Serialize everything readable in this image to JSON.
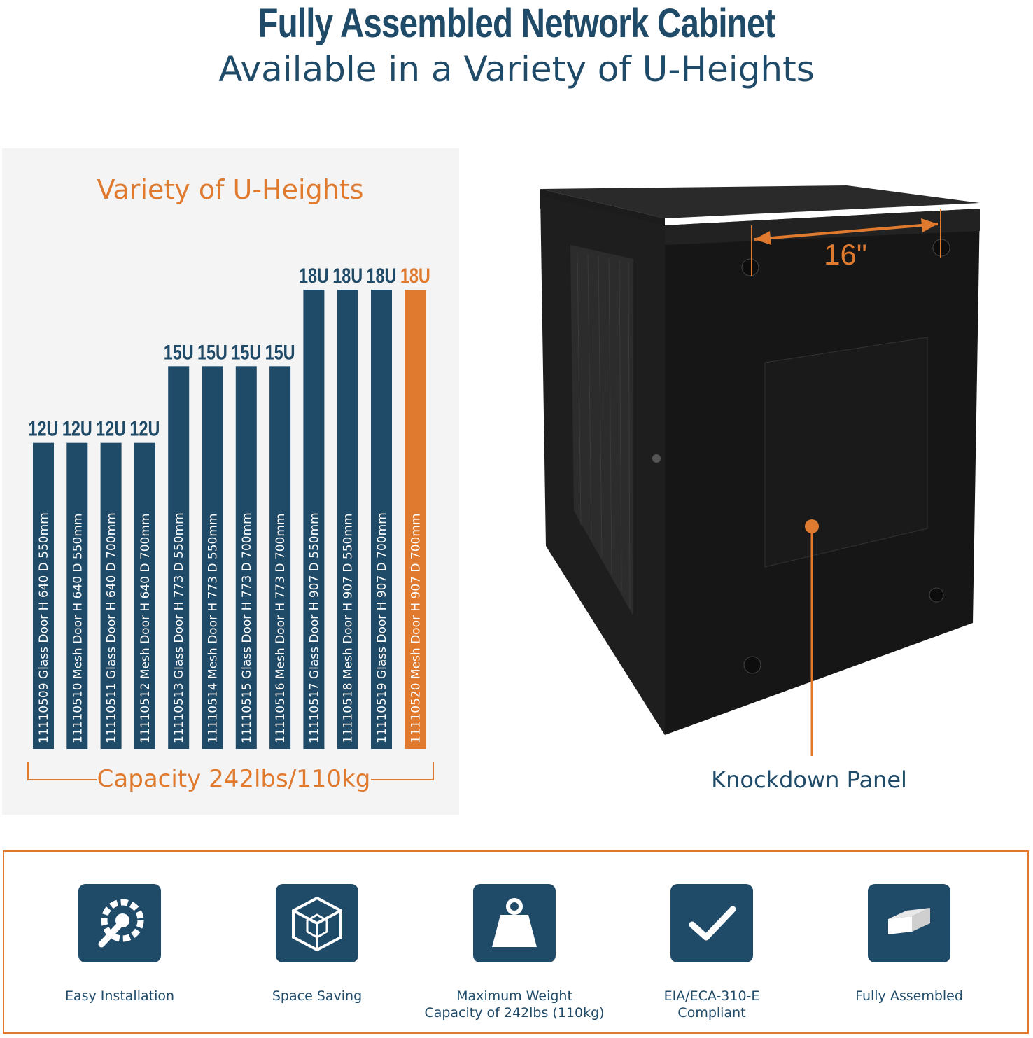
{
  "header": {
    "title": "Fully Assembled Network Cabinet",
    "subtitle": "Available in a Variety of U-Heights"
  },
  "colors": {
    "navy": "#1f4a68",
    "orange": "#e07a2e",
    "panel": "#f4f4f4"
  },
  "chart_data": {
    "type": "bar",
    "title": "Variety of U-Heights",
    "categories": [
      "11110509 Glass Door   H 640   D 550mm",
      "11110510 Mesh Door   H 640   D 550mm",
      "11110511 Glass Door   H 640   D 700mm",
      "11110512 Mesh Door   H 640   D 700mm",
      "11110513 Glass Door   H 773   D 550mm",
      "11110514 Mesh Door   H 773   D 550mm",
      "11110515 Glass Door   H 773   D 700mm",
      "11110516 Mesh Door   H 773   D 700mm",
      "11110517 Glass Door   H 907   D 550mm",
      "11110518 Mesh Door   H 907   D 550mm",
      "11110519 Glass Door   H 907   D 700mm",
      "11110520 Mesh Door   H 907   D 700mm"
    ],
    "values": [
      12,
      12,
      12,
      12,
      15,
      15,
      15,
      15,
      18,
      18,
      18,
      18
    ],
    "value_labels": [
      "12U",
      "12U",
      "12U",
      "12U",
      "15U",
      "15U",
      "15U",
      "15U",
      "18U",
      "18U",
      "18U",
      "18U"
    ],
    "highlight_index": 11,
    "ylim": [
      0,
      18
    ],
    "footer_label": "Capacity 242lbs/110kg"
  },
  "product": {
    "dimension_label": "16\"",
    "callout_label": "Knockdown Panel"
  },
  "features": [
    {
      "icon": "gear-wrench-icon",
      "label": "Easy Installation"
    },
    {
      "icon": "cube-icon",
      "label": "Space Saving"
    },
    {
      "icon": "weight-icon",
      "label": "Maximum Weight\nCapacity of 242lbs (110kg)"
    },
    {
      "icon": "checkmark-icon",
      "label": "EIA/ECA-310-E\nCompliant"
    },
    {
      "icon": "block-icon",
      "label": "Fully Assembled"
    }
  ]
}
